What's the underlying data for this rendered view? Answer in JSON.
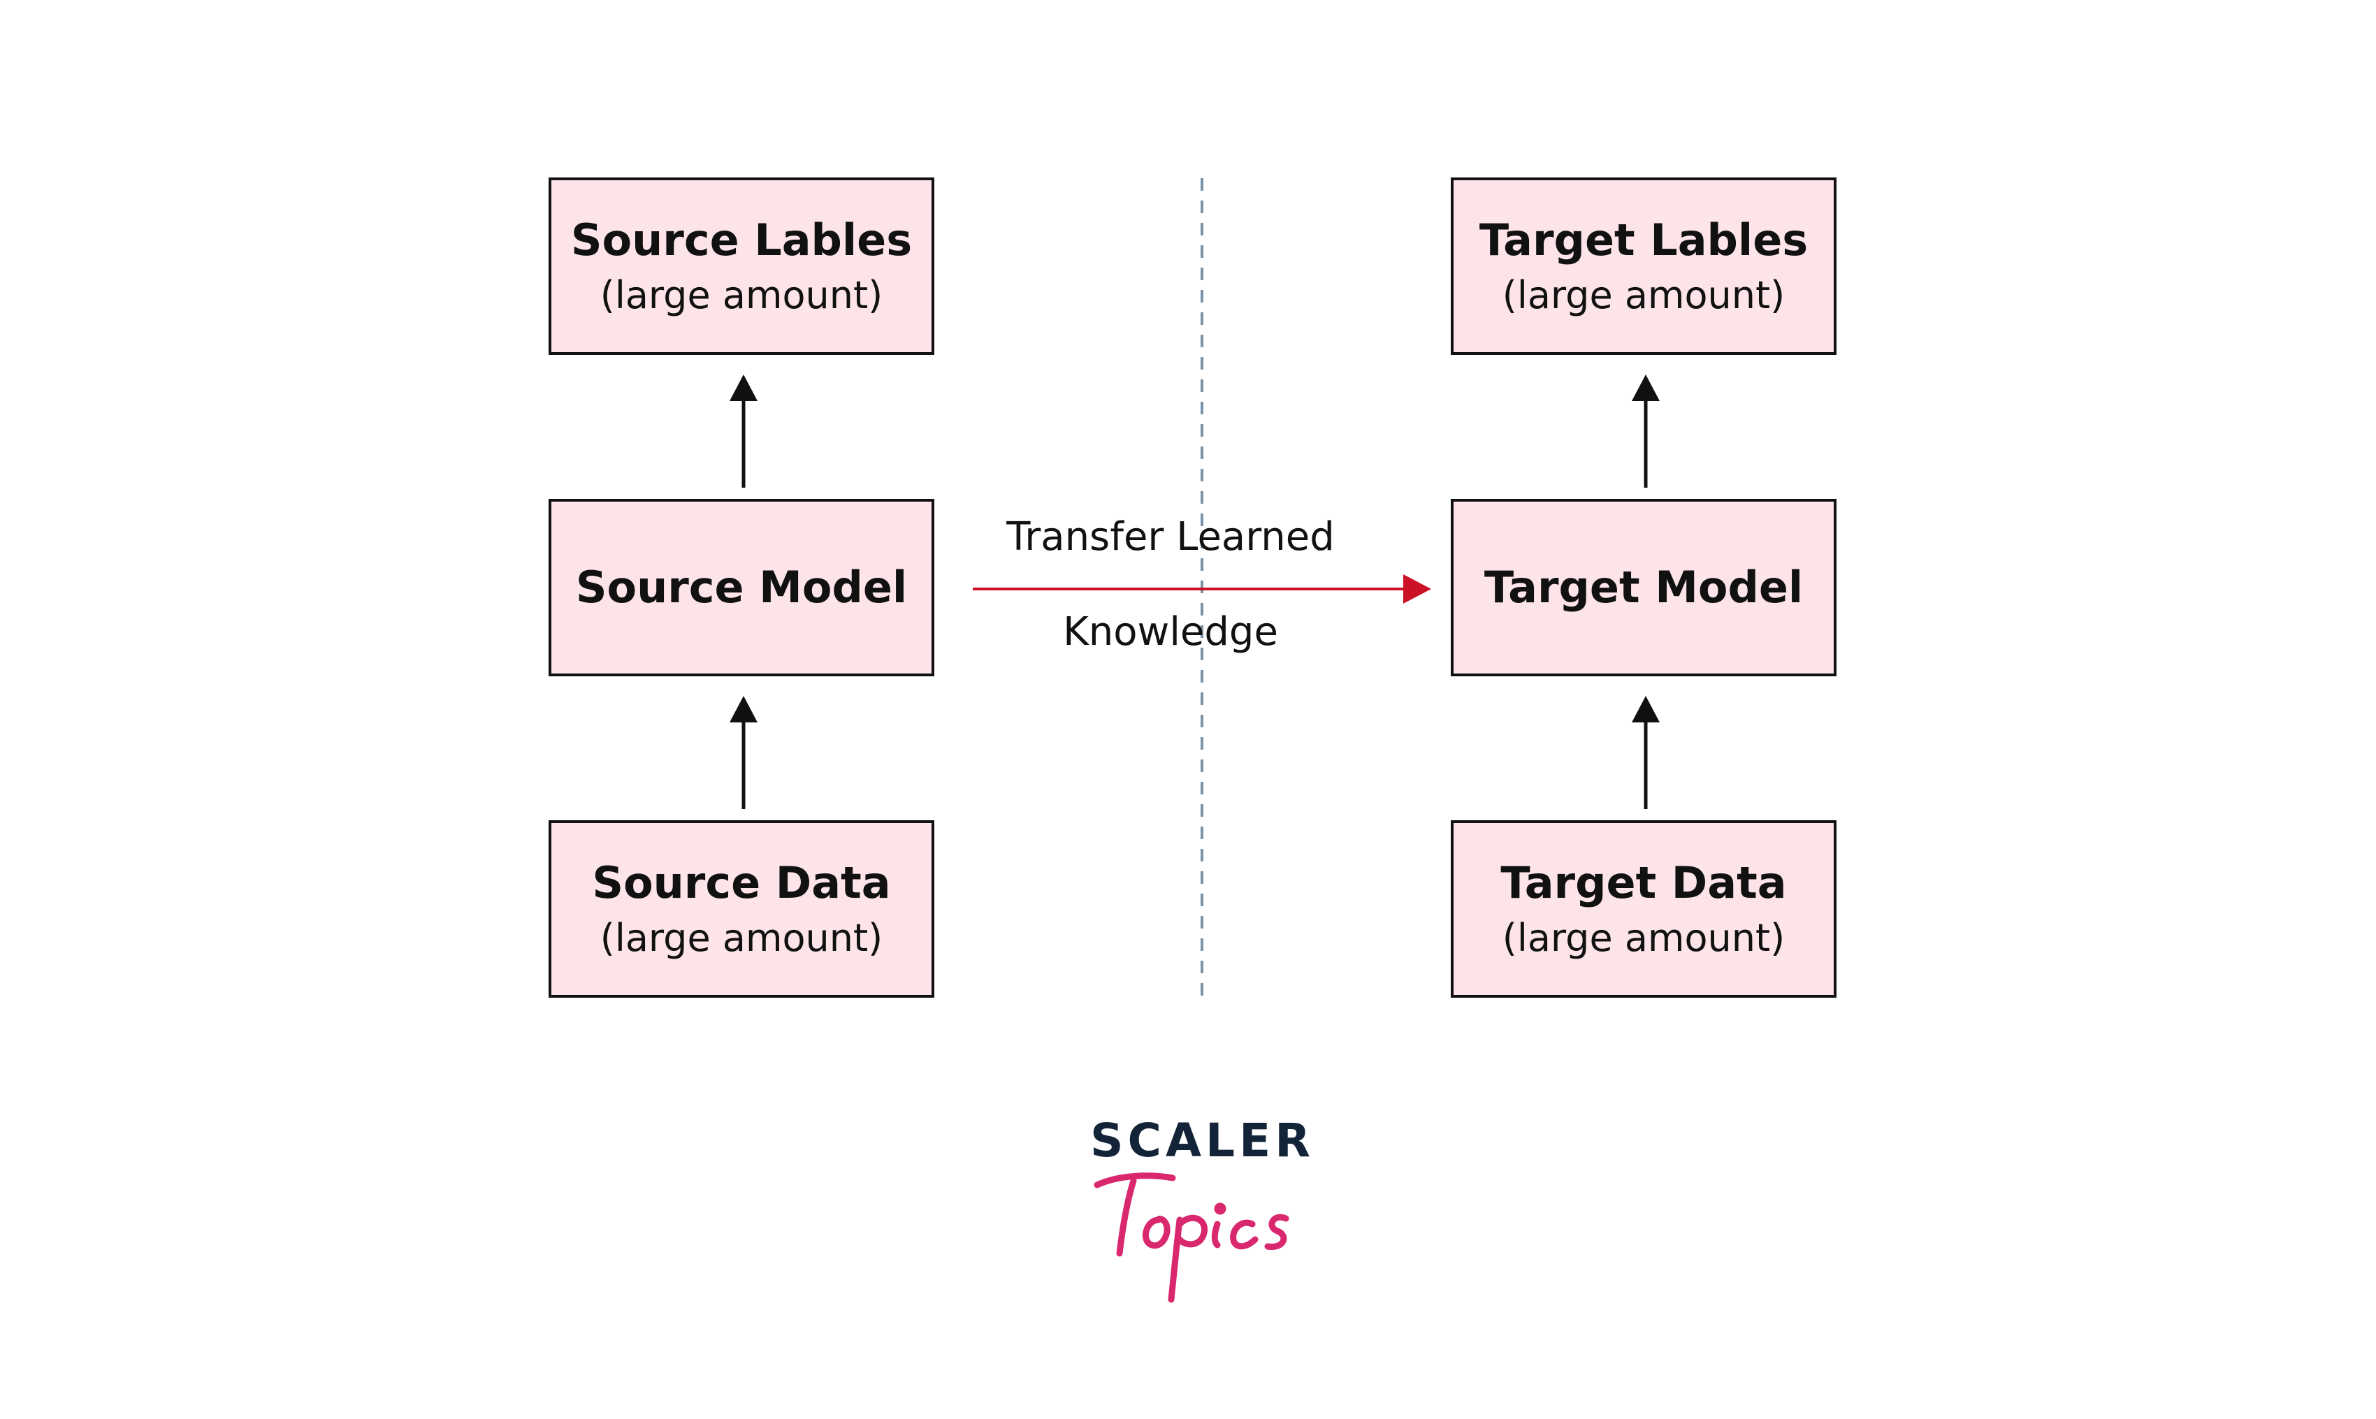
{
  "diagram": {
    "source": {
      "labels": {
        "title": "Source Lables",
        "subtitle": "(large amount)"
      },
      "model": {
        "title": "Source Model"
      },
      "data": {
        "title": "Source Data",
        "subtitle": "(large amount)"
      }
    },
    "target": {
      "labels": {
        "title": "Target Lables",
        "subtitle": "(large amount)"
      },
      "model": {
        "title": "Target Model"
      },
      "data": {
        "title": "Target Data",
        "subtitle": "(large amount)"
      }
    },
    "transfer": {
      "line1": "Transfer Learned",
      "line2": "Knowledge"
    }
  },
  "logo": {
    "word": "SCALER",
    "script": "Topics"
  },
  "colors": {
    "box_fill": "#fde4e9",
    "box_border": "#111111",
    "text": "#111111",
    "transfer_arrow": "#cc1126",
    "divider": "#7a93a6",
    "logo_dark": "#132438",
    "logo_pink": "#d9286e"
  }
}
